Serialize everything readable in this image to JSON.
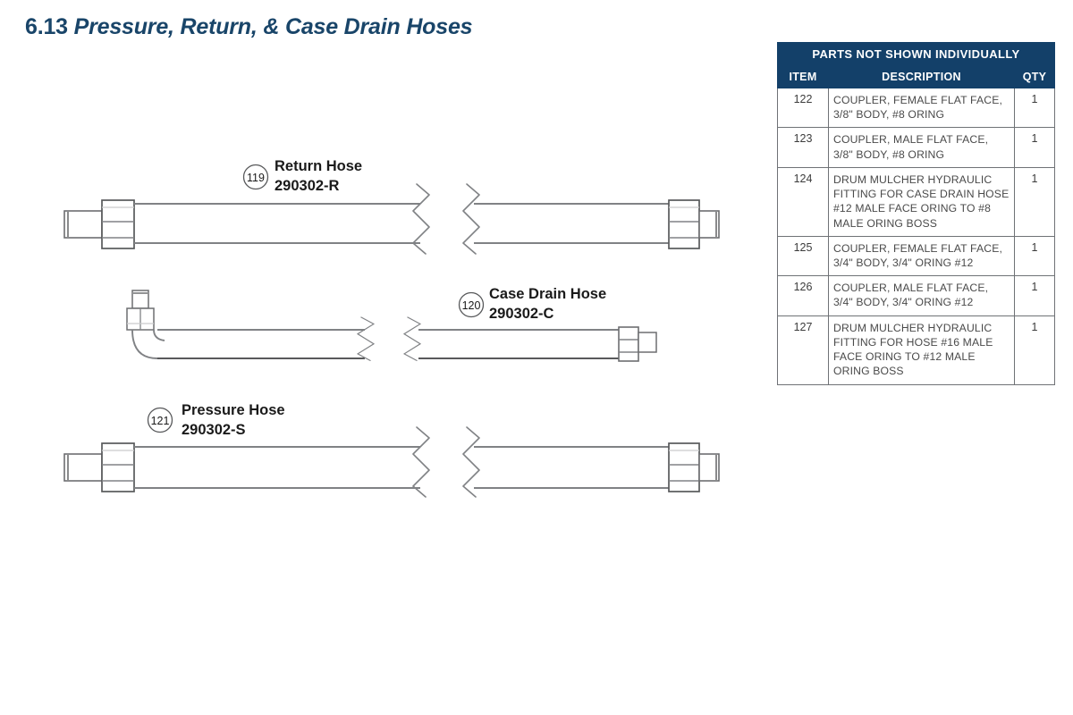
{
  "page": {
    "section_number": "6.13",
    "title": "Pressure, Return, & Case Drain Hoses",
    "accent_color": "#194569",
    "table_header_color": "#134069"
  },
  "callouts": [
    {
      "number": "119",
      "name": "Return Hose",
      "part_number": "290302-R"
    },
    {
      "number": "120",
      "name": "Case Drain Hose",
      "part_number": "290302-C"
    },
    {
      "number": "121",
      "name": "Pressure Hose",
      "part_number": "290302-S"
    }
  ],
  "parts_table": {
    "title": "PARTS NOT SHOWN INDIVIDUALLY",
    "columns": [
      "ITEM",
      "DESCRIPTION",
      "QTY"
    ],
    "rows": [
      {
        "item": "122",
        "description": "COUPLER, FEMALE FLAT FACE, 3/8\" BODY, #8 ORING",
        "qty": "1"
      },
      {
        "item": "123",
        "description": "COUPLER, MALE FLAT FACE, 3/8\" BODY, #8 ORING",
        "qty": "1"
      },
      {
        "item": "124",
        "description": "DRUM MULCHER HYDRAULIC FITTING FOR CASE DRAIN HOSE #12 MALE FACE ORING TO #8 MALE ORING BOSS",
        "qty": "1"
      },
      {
        "item": "125",
        "description": "COUPLER, FEMALE FLAT FACE, 3/4\" BODY, 3/4\" ORING #12",
        "qty": "1"
      },
      {
        "item": "126",
        "description": "COUPLER, MALE FLAT FACE, 3/4\" BODY, 3/4\" ORING #12",
        "qty": "1"
      },
      {
        "item": "127",
        "description": "DRUM MULCHER HYDRAULIC FITTING FOR HOSE #16 MALE FACE ORING TO #12 MALE ORING BOSS",
        "qty": "1"
      }
    ]
  }
}
